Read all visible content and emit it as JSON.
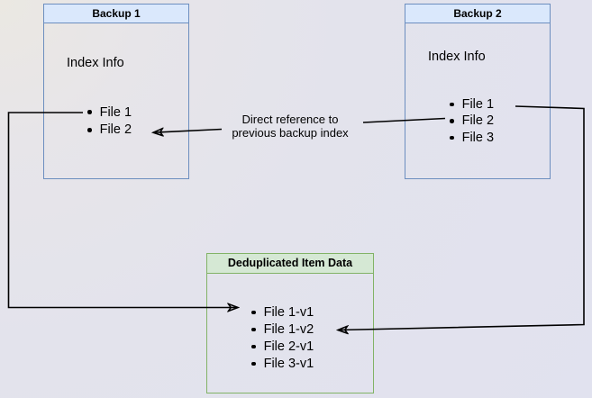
{
  "diagram": {
    "nodes": {
      "backup1": {
        "title": "Backup 1",
        "heading": "Index Info",
        "items": [
          "File 1",
          "File 2"
        ]
      },
      "backup2": {
        "title": "Backup 2",
        "heading": "Index Info",
        "items": [
          "File 1",
          "File 2",
          "File 3"
        ]
      },
      "dedup": {
        "title": "Deduplicated Item Data",
        "items": [
          "File 1-v1",
          "File 1-v2",
          "File 2-v1",
          "File 3-v1"
        ]
      }
    },
    "edge_labels": {
      "direct_reference": {
        "line1": "Direct reference to",
        "line2": "previous backup index"
      }
    },
    "colors": {
      "backup_header_fill": "#dae8fc",
      "backup_border": "#6c8ebf",
      "dedup_header_fill": "#d5e8d4",
      "dedup_border": "#82b366",
      "connector": "#000000"
    }
  }
}
